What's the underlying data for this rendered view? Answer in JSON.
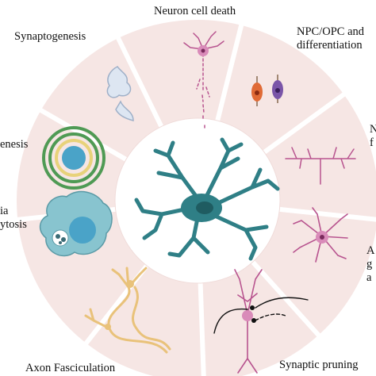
{
  "title": "",
  "center": {
    "icon": "microglia-cell-icon"
  },
  "segments": [
    {
      "label": "Neuron cell death",
      "icon": "neuron-with-fragmented-axon-icon"
    },
    {
      "label": "NPC/OPC and\ndifferentiation",
      "icon": "progenitor-cells-icon"
    },
    {
      "label": "N\nf",
      "icon": "branching-process-icon"
    },
    {
      "label": "A\ng\na",
      "icon": "astrocyte-icon"
    },
    {
      "label": "Synaptic pruning",
      "icon": "pruned-neurons-icon"
    },
    {
      "label": "Axon Fasciculation",
      "icon": "fasciculated-axons-icon"
    },
    {
      "label": "ia\nytosis",
      "icon": "phagocytic-microglia-icon"
    },
    {
      "label": "enesis",
      "icon": "myelinated-axon-icon"
    },
    {
      "label": "Synaptogenesis",
      "icon": "synapse-icon"
    }
  ],
  "colors": {
    "ring": "#f6e6e4",
    "divider": "#ffffff",
    "microglia": "#2f7f86",
    "neuron": "#b8548f",
    "npc": "#e06a35",
    "opc": "#7a55a8",
    "myelin": "#4f9a54",
    "nucleus": "#4aa3c8",
    "axon": "#e9c27a",
    "phago": "#88c4cf"
  }
}
